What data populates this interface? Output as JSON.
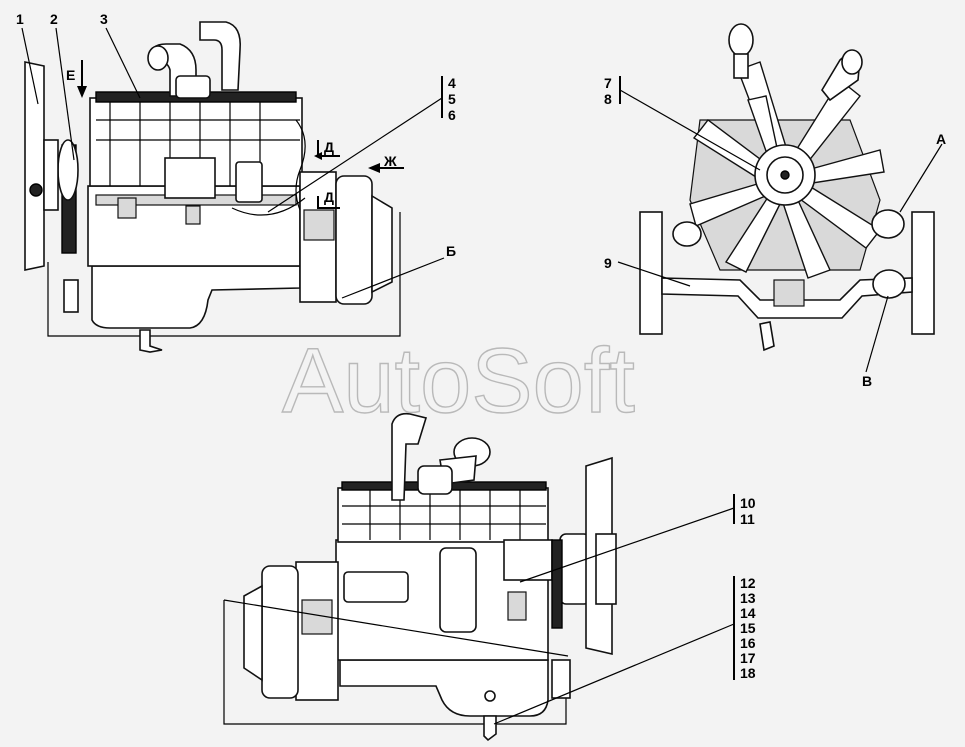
{
  "watermark": "AutoSoft",
  "labels": {
    "l1": "1",
    "l2": "2",
    "l3": "3",
    "l4": "4",
    "l5": "5",
    "l6": "6",
    "l7": "7",
    "l8": "8",
    "l9": "9",
    "l10": "10",
    "l11": "11",
    "l12": "12",
    "l13": "13",
    "l14": "14",
    "l15": "15",
    "l16": "16",
    "l17": "17",
    "l18": "18",
    "lA": "А",
    "lB": "Б",
    "lV": "В",
    "lD1": "Д",
    "lD2": "Д",
    "lE": "Е",
    "lZh": "Ж"
  }
}
